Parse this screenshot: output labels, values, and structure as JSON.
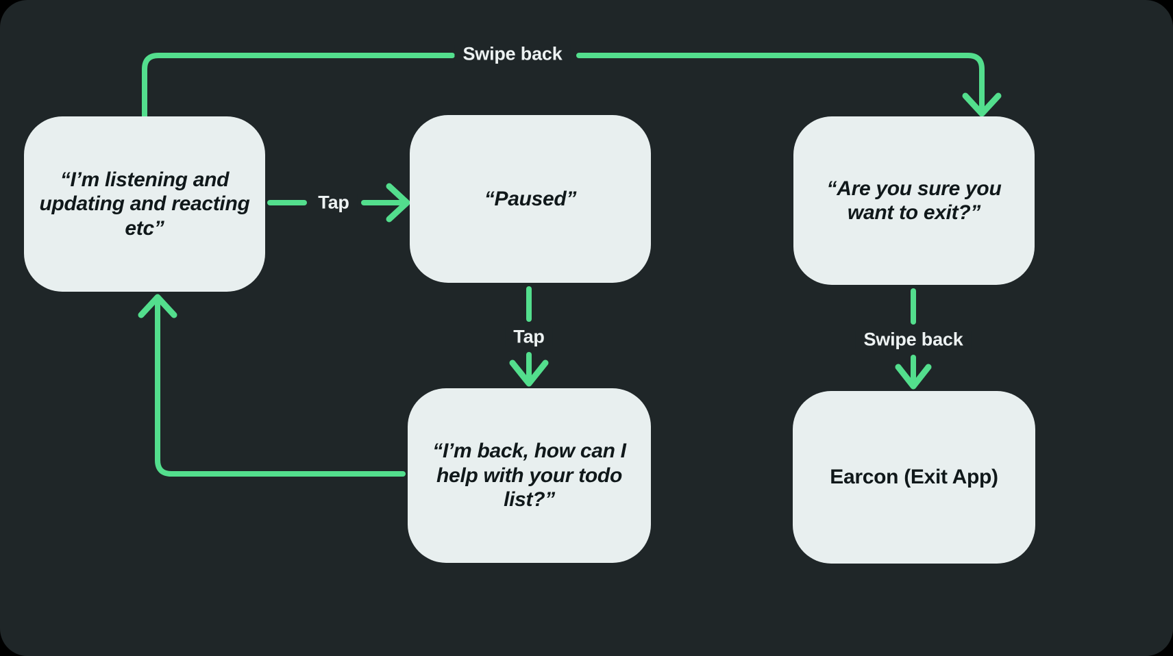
{
  "theme": {
    "background": "#000000",
    "panel": "#1F2628",
    "card_fill": "#E8EFEF",
    "card_text": "#10181A",
    "accent_green": "#53DE8D",
    "label_text": "#EDF2F2"
  },
  "diagram": {
    "type": "flowchart",
    "title": "",
    "nodes": [
      {
        "id": "listening",
        "label": "“I’m listening and updating and reacting etc”",
        "style": "italic"
      },
      {
        "id": "paused",
        "label": "“Paused”",
        "style": "italic"
      },
      {
        "id": "exit-confirm",
        "label": "“Are you sure you want to exit?”",
        "style": "italic"
      },
      {
        "id": "back",
        "label": "“I’m back, how can I help with your todo list?”",
        "style": "italic"
      },
      {
        "id": "earcon",
        "label": "Earcon (Exit App)",
        "style": "plain"
      }
    ],
    "edges": [
      {
        "id": "listening-to-paused",
        "from": "listening",
        "to": "paused",
        "label": "Tap",
        "direction": "right"
      },
      {
        "id": "paused-to-back",
        "from": "paused",
        "to": "back",
        "label": "Tap",
        "direction": "down"
      },
      {
        "id": "back-to-listening",
        "from": "back",
        "to": "listening",
        "label": "",
        "direction": "left-up"
      },
      {
        "id": "listening-to-exit",
        "from": "listening",
        "to": "exit-confirm",
        "label": "Swipe back",
        "direction": "up-right-down"
      },
      {
        "id": "exit-to-earcon",
        "from": "exit-confirm",
        "to": "earcon",
        "label": "Swipe back",
        "direction": "down"
      }
    ]
  }
}
